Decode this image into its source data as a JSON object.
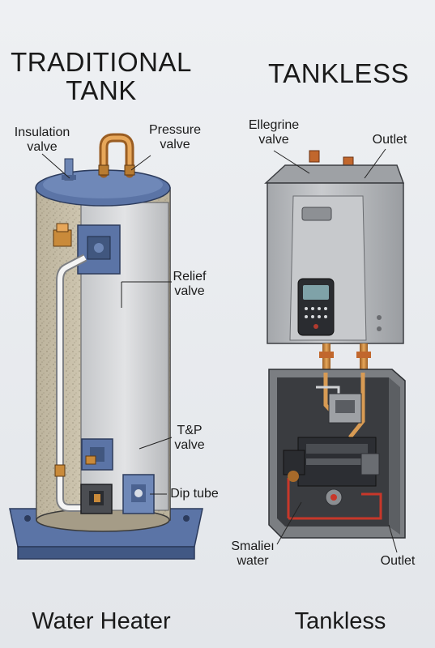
{
  "titles": {
    "left_line1": "TRADITIONAL",
    "left_line2": "TANK",
    "right": "TANKLESS"
  },
  "labels": {
    "insulation_valve": [
      "Insulation",
      "valve"
    ],
    "pressure_valve": [
      "Pressure",
      "valve"
    ],
    "relief_valve": [
      "Relief",
      "valve"
    ],
    "tp_valve": [
      "T&P",
      "valve"
    ],
    "dip_tube": "Dip tube",
    "ellegrine_valve": [
      "Ellegrine",
      "valve"
    ],
    "outlet_top": "Outlet",
    "smaller_water": [
      "Smalieı",
      "water"
    ],
    "outlet_bottom": "Outlet"
  },
  "footers": {
    "left": "Water Heater",
    "right": "Tankless"
  },
  "colors": {
    "tank_blue": "#5b74a6",
    "insulation": "#cbbfa6",
    "pipe_copper": "#c98a3a",
    "unit_gray": "#b7b9bc",
    "display_dark": "#2a2c30",
    "heating_red": "#c8372a"
  },
  "icons": [
    "tank-icon",
    "tankless-unit-icon",
    "valve-icon",
    "control-panel-icon",
    "heat-exchanger-icon"
  ]
}
